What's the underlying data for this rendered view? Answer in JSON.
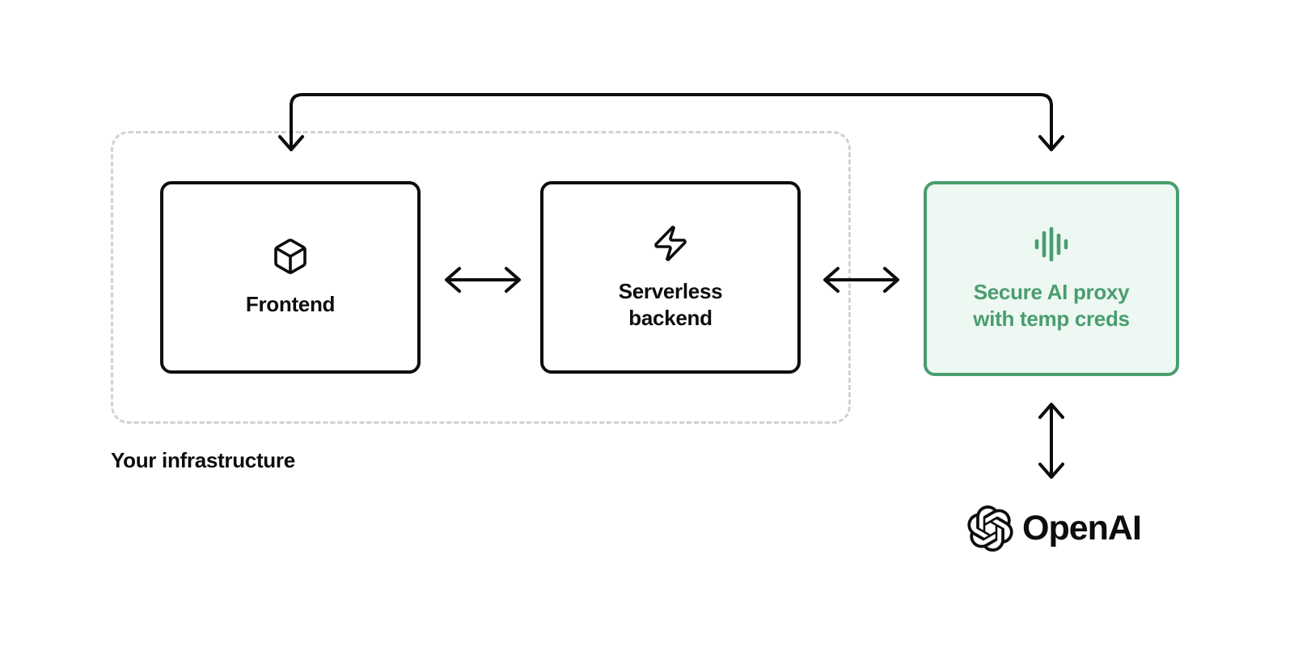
{
  "group": {
    "label": "Your infrastructure"
  },
  "nodes": {
    "frontend": {
      "label": "Frontend",
      "icon": "cube-icon"
    },
    "backend": {
      "label": "Serverless backend",
      "icon": "lightning-icon"
    },
    "proxy": {
      "label": "Secure AI proxy with temp creds",
      "icon": "voice-waveform-icon"
    }
  },
  "external": {
    "openai": {
      "label": "OpenAI",
      "icon": "openai-logo-icon"
    }
  },
  "connections": [
    {
      "from": "frontend",
      "to": "backend",
      "style": "double-headed-horizontal"
    },
    {
      "from": "backend",
      "to": "proxy",
      "style": "double-headed-horizontal"
    },
    {
      "from": "frontend",
      "to": "proxy",
      "style": "top-bracket-arrowheads-down-both-ends"
    },
    {
      "from": "proxy",
      "to": "openai",
      "style": "double-headed-vertical"
    }
  ],
  "colors": {
    "accent_green": "#4a9d6e",
    "accent_green_bg": "#edf8f2",
    "line_black": "#0d0d0d",
    "dashed_border_gray": "#d2d2d2"
  }
}
